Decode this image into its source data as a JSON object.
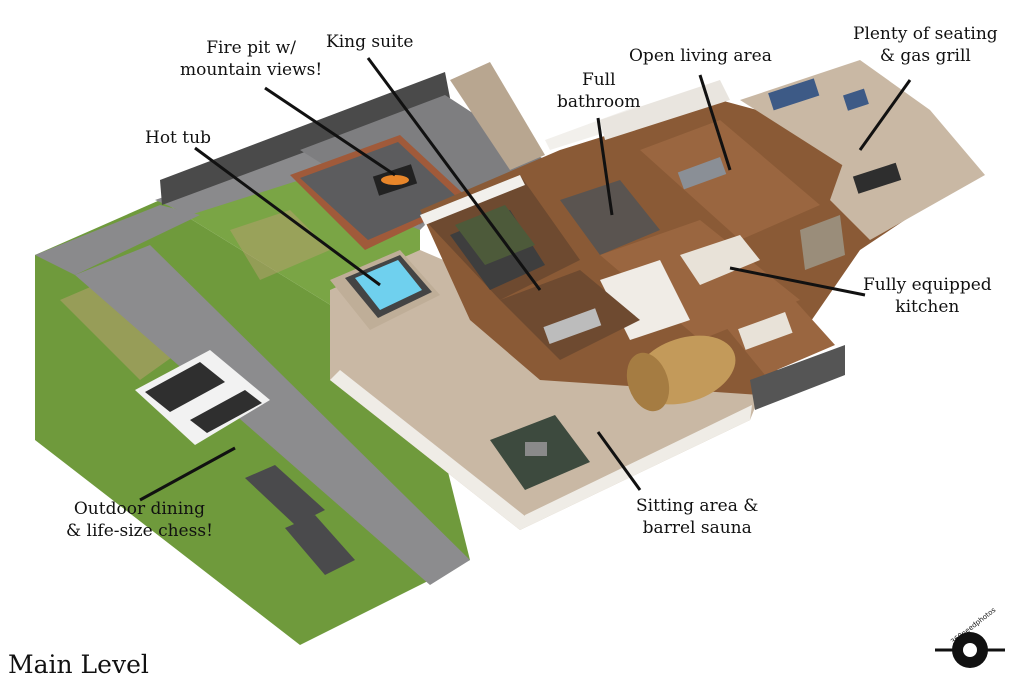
{
  "title": "Main Level",
  "labels": {
    "fire_pit": [
      "Fire pit w/",
      "mountain views!"
    ],
    "king_suite": [
      "King suite"
    ],
    "full_bath": [
      "Full",
      "bathroom"
    ],
    "open_living": [
      "Open living area"
    ],
    "seating_grill": [
      "Plenty of seating",
      "& gas grill"
    ],
    "hot_tub": [
      "Hot tub"
    ],
    "kitchen": [
      "Fully equipped",
      "kitchen"
    ],
    "dining_chess": [
      "Outdoor dining",
      "& life-size chess!"
    ],
    "sauna": [
      "Sitting area &",
      "barrel sauna"
    ]
  },
  "watermark": "360needphotos",
  "colors": {
    "grass": "#6f9a3c",
    "path": "#8a8a8c",
    "deck": "#c9b8a4",
    "floor_wood": "#8a5a36",
    "wall": "#f2f0ec",
    "stone": "#5a5a5a",
    "sofa": "#3d5a86",
    "water": "#6fd0ee"
  }
}
